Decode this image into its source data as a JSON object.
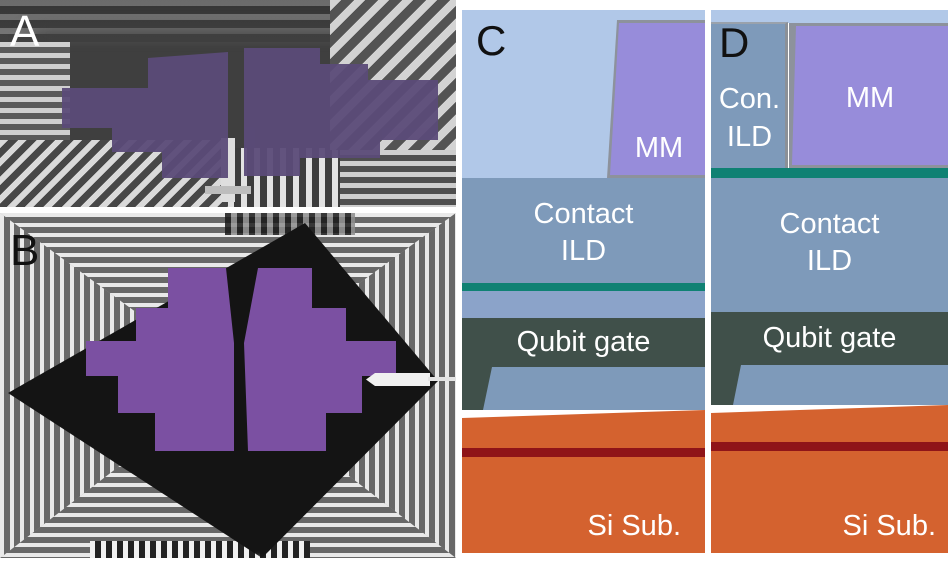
{
  "figure": {
    "panel_a": {
      "label": "A"
    },
    "panel_b": {
      "label": "B"
    },
    "panel_c": {
      "label": "C",
      "mm": "MM",
      "contact_ild_line1": "Contact",
      "contact_ild_line2": "ILD",
      "qubit_gate": "Qubit gate",
      "si_sub": "Si Sub."
    },
    "panel_d": {
      "label": "D",
      "con_ild_line1": "Con.",
      "con_ild_line2": "ILD",
      "mm": "MM",
      "contact_ild_line1": "Contact",
      "contact_ild_line2": "ILD",
      "qubit_gate": "Qubit gate",
      "si_sub": "Si Sub."
    }
  },
  "colors": {
    "mm_purple": "#978cda",
    "ild_steel_blue": "#7e9aba",
    "upper_ild_light_blue": "#b1c8e8",
    "etch_stop_teal": "#0f8173",
    "qubit_gate_dark_green": "#40504a",
    "si_substrate_orange": "#d4622f",
    "buried_line_dark_red": "#8f1418",
    "sem_highlight_purple_a": "#5b4b79",
    "sem_highlight_purple_b": "#7b50a2"
  }
}
